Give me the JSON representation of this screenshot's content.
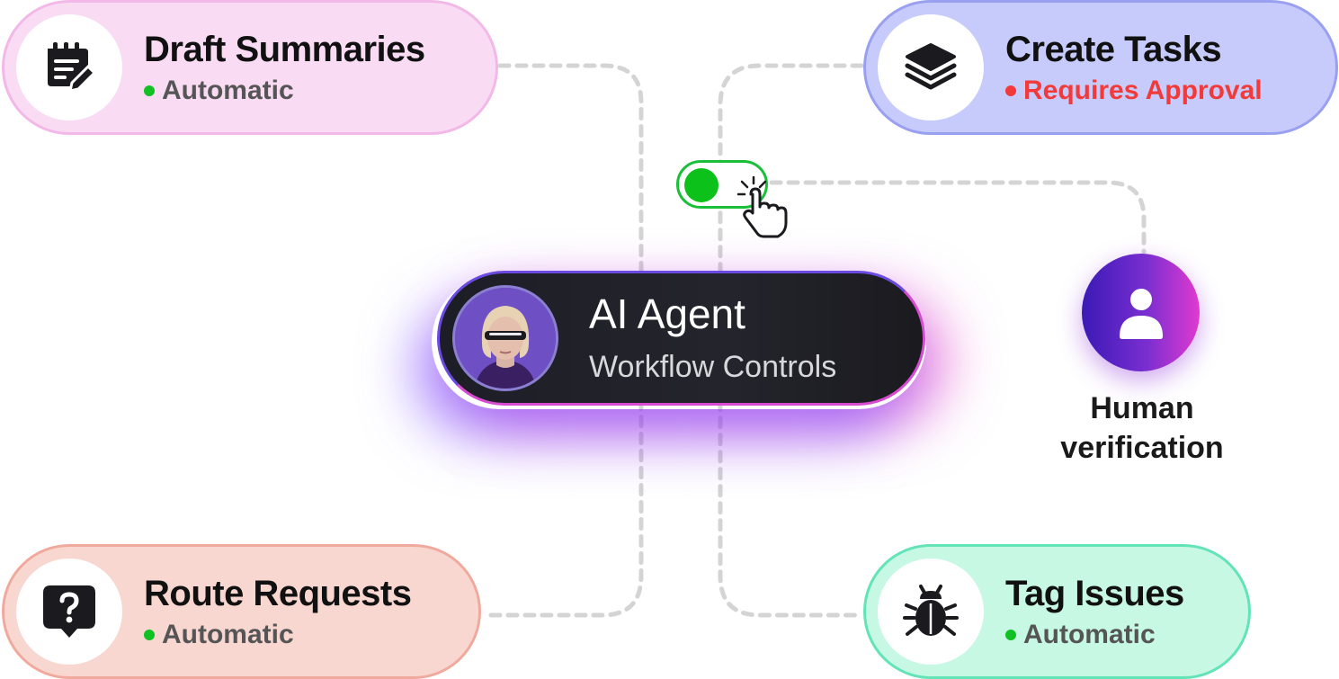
{
  "agent": {
    "title": "AI Agent",
    "subtitle": "Workflow Controls"
  },
  "actions": [
    {
      "title": "Draft Summaries",
      "status": "Automatic",
      "status_color": "#11c022",
      "icon": "notepad-edit-icon"
    },
    {
      "title": "Create Tasks",
      "status": "Requires Approval",
      "status_color": "#f23a3a",
      "icon": "layers-stack-icon"
    },
    {
      "title": "Route Requests",
      "status": "Automatic",
      "status_color": "#11c022",
      "icon": "question-bubble-icon"
    },
    {
      "title": "Tag Issues",
      "status": "Automatic",
      "status_color": "#11c022",
      "icon": "bug-icon"
    }
  ],
  "toggle": {
    "state": "on",
    "color": "#0cc21a"
  },
  "human": {
    "label_line1": "Human",
    "label_line2": "verification",
    "icon": "user-icon"
  }
}
